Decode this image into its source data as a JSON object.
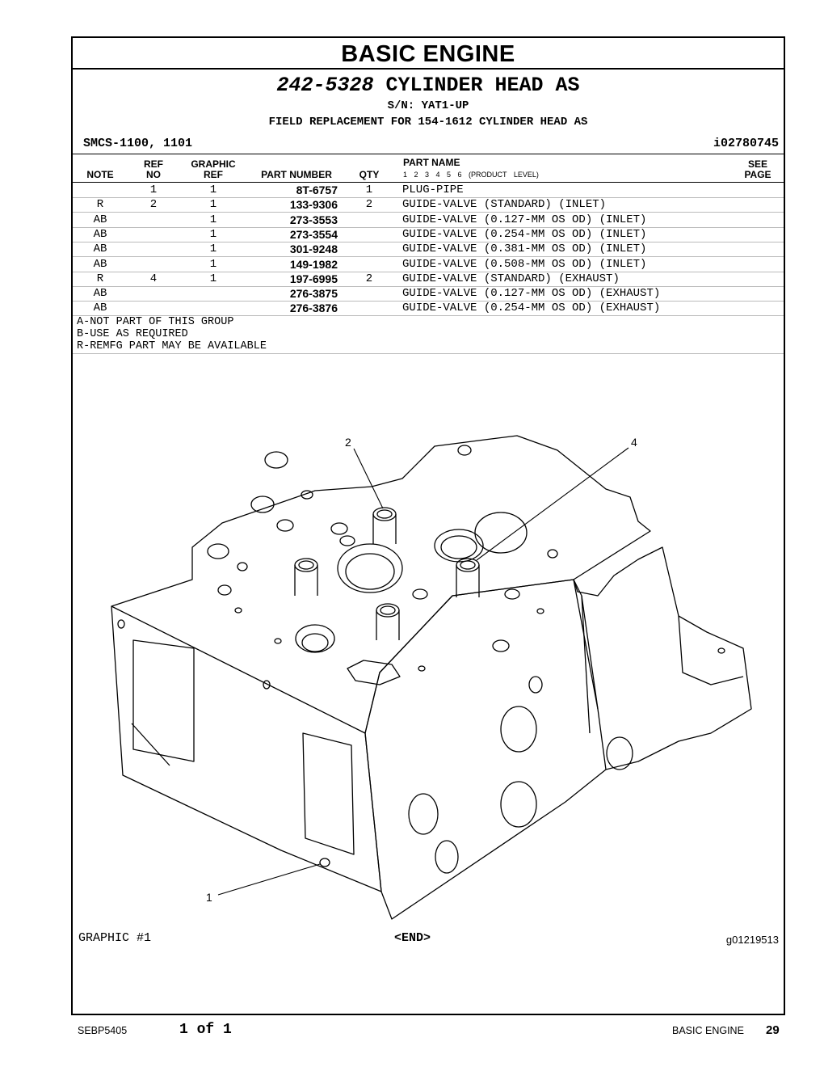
{
  "header": {
    "banner": "BASIC ENGINE",
    "part_number": "242-5328",
    "part_title": "CYLINDER HEAD AS",
    "serial": "S/N: YAT1-UP",
    "field_replacement": "FIELD REPLACEMENT FOR 154-1612 CYLINDER HEAD AS",
    "smcs": "SMCS-1100, 1101",
    "identifier": "i02780745"
  },
  "table": {
    "headers": {
      "note": "NOTE",
      "ref_no_1": "REF",
      "ref_no_2": "NO",
      "graphic_ref_1": "GRAPHIC",
      "graphic_ref_2": "REF",
      "part_number": "PART NUMBER",
      "qty": "QTY",
      "part_name": "PART NAME",
      "product_level": "1 2 3 4 5 6 (PRODUCT LEVEL)",
      "see_page_1": "SEE",
      "see_page_2": "PAGE"
    },
    "rows": [
      {
        "note": "",
        "ref_no": "1",
        "graphic_ref": "1",
        "part_number": "8T-6757",
        "qty": "1",
        "part_name": "PLUG-PIPE"
      },
      {
        "note": "R",
        "ref_no": "2",
        "graphic_ref": "1",
        "part_number": "133-9306",
        "qty": "2",
        "part_name": "GUIDE-VALVE (STANDARD) (INLET)"
      },
      {
        "note": "AB",
        "ref_no": "",
        "graphic_ref": "1",
        "part_number": "273-3553",
        "qty": "",
        "part_name": "GUIDE-VALVE (0.127-MM OS OD) (INLET)"
      },
      {
        "note": "AB",
        "ref_no": "",
        "graphic_ref": "1",
        "part_number": "273-3554",
        "qty": "",
        "part_name": "GUIDE-VALVE (0.254-MM OS OD) (INLET)"
      },
      {
        "note": "AB",
        "ref_no": "",
        "graphic_ref": "1",
        "part_number": "301-9248",
        "qty": "",
        "part_name": "GUIDE-VALVE (0.381-MM OS OD) (INLET)"
      },
      {
        "note": "AB",
        "ref_no": "",
        "graphic_ref": "1",
        "part_number": "149-1982",
        "qty": "",
        "part_name": "GUIDE-VALVE (0.508-MM OS OD) (INLET)"
      },
      {
        "note": "R",
        "ref_no": "4",
        "graphic_ref": "1",
        "part_number": "197-6995",
        "qty": "2",
        "part_name": "GUIDE-VALVE (STANDARD) (EXHAUST)"
      },
      {
        "note": "AB",
        "ref_no": "",
        "graphic_ref": "",
        "part_number": "276-3875",
        "qty": "",
        "part_name": "GUIDE-VALVE (0.127-MM OS OD) (EXHAUST)"
      },
      {
        "note": "AB",
        "ref_no": "",
        "graphic_ref": "",
        "part_number": "276-3876",
        "qty": "",
        "part_name": "GUIDE-VALVE (0.254-MM OS OD) (EXHAUST)"
      }
    ]
  },
  "notes": [
    "A-NOT PART OF THIS GROUP",
    "B-USE AS REQUIRED",
    "R-REMFG PART MAY BE AVAILABLE"
  ],
  "illustration": {
    "callouts": [
      "2",
      "4",
      "1"
    ],
    "graphic_label": "GRAPHIC #1",
    "end_marker": "<END>",
    "graphic_id": "g01219513"
  },
  "footer": {
    "doc_id": "SEBP5405",
    "page_of": "1 of 1",
    "section": "BASIC ENGINE",
    "page_number": "29"
  }
}
